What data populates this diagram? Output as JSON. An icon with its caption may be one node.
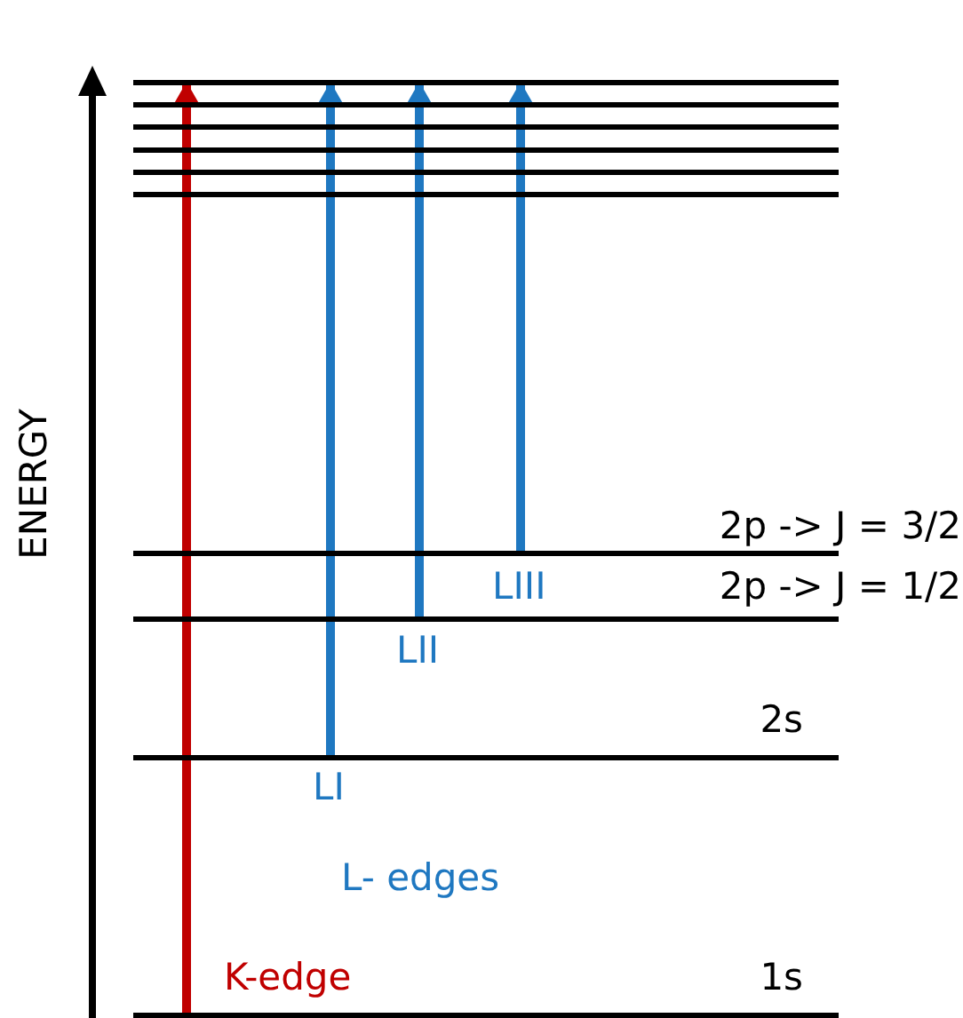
{
  "diagram": {
    "nodes": [
      {
        "text": [],
        "shape": "bar"
      },
      {
        "text": [
          "2p -> J = 3/2"
        ]
      },
      {
        "text": [
          "2p -> J = 1/2"
        ]
      },
      {
        "text": [
          "2s"
        ]
      },
      {
        "text": [
          "1s"
        ]
      }
    ],
    "edges": [
      {
        "from": 4,
        "to": 0,
        "arrow": "to",
        "label": "K-edge",
        "color": "#c00000"
      },
      {
        "from": 3,
        "to": 0,
        "arrow": "to",
        "label": "LI"
      },
      {
        "from": 2,
        "to": 0,
        "arrow": "to",
        "label": "LII"
      },
      {
        "from": 1,
        "to": 0,
        "arrow": "to",
        "label": "LIII"
      }
    ],
    "labels": [
      "ENERGY",
      "L- edges"
    ]
  }
}
